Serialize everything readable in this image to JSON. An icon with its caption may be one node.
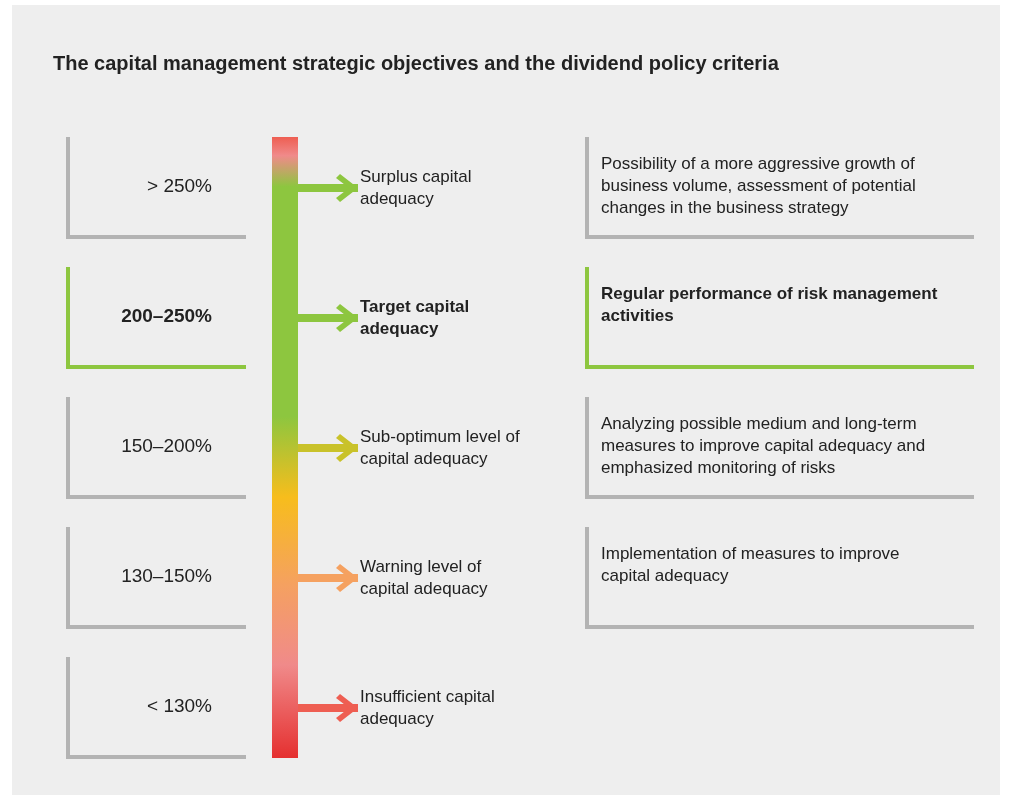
{
  "diagram": {
    "title": "The capital management strategic objectives and the dividend policy criteria",
    "nodes": [
      {
        "text": [
          "> 250%"
        ]
      },
      {
        "text": [
          "Surplus capital adequacy"
        ]
      },
      {
        "text": [
          "Possibility of a more aggressive growth of business volume, assessment of potential changes in the business strategy"
        ]
      },
      {
        "text": [
          "200–250%"
        ]
      },
      {
        "text": [
          "Target capital adequacy"
        ]
      },
      {
        "text": [
          "Regular performance of risk management activities"
        ]
      },
      {
        "text": [
          "150–200%"
        ]
      },
      {
        "text": [
          "Sub-optimum level of capital adequacy"
        ]
      },
      {
        "text": [
          "Analyzing possible medium and long-term measures to improve capital adequacy and emphasized monitoring of risks"
        ]
      },
      {
        "text": [
          "130–150%"
        ]
      },
      {
        "text": [
          "Warning level of capital adequacy"
        ]
      },
      {
        "text": [
          "Implementation of measures to improve capital adequacy"
        ]
      },
      {
        "text": [
          "< 130%"
        ]
      },
      {
        "text": [
          "Insufficient capital adequacy"
        ]
      },
      {
        "text": [],
        "shape": "bar"
      }
    ],
    "edges": [
      {
        "from": 14,
        "to": 1,
        "arrow": "to"
      },
      {
        "from": 14,
        "to": 4,
        "arrow": "to"
      },
      {
        "from": 14,
        "to": 7,
        "arrow": "to",
        "color": "#c9c22a"
      },
      {
        "from": 14,
        "to": 10,
        "arrow": "to",
        "color": "#f5a160"
      },
      {
        "from": 14,
        "to": 13,
        "arrow": "to",
        "color": "#ee5e52"
      }
    ]
  }
}
